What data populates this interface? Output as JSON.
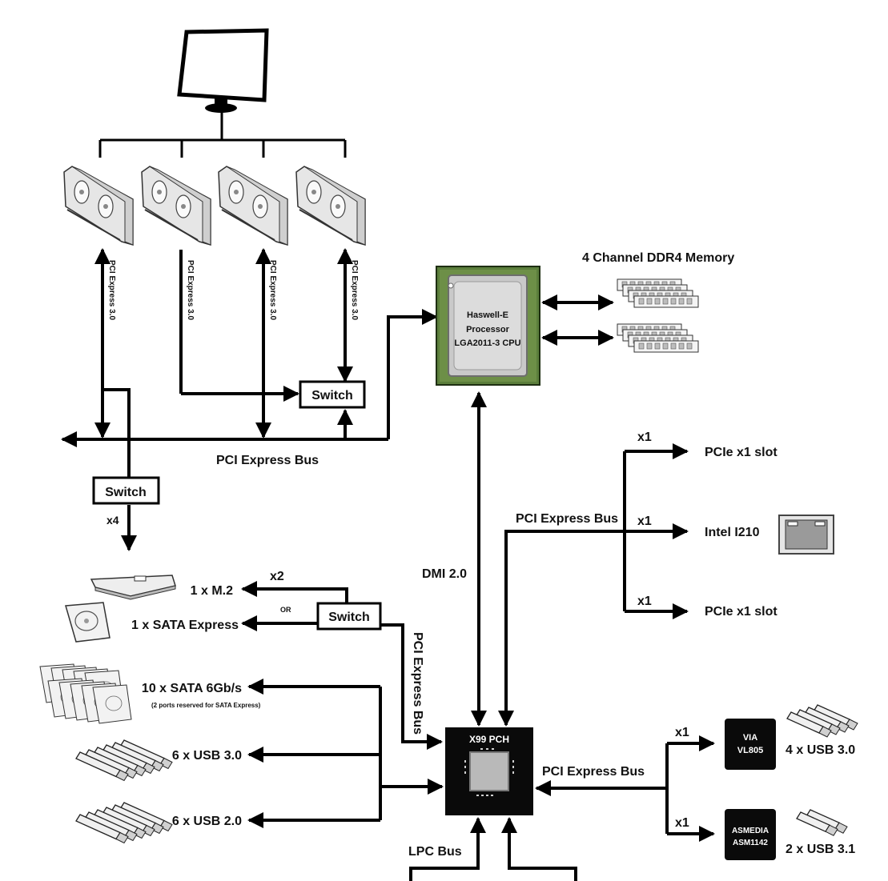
{
  "cpu": {
    "line1": "Haswell-E",
    "line2": "Processor",
    "line3": "LGA2011-3 CPU"
  },
  "memory": {
    "label": "4 Channel DDR4 Memory"
  },
  "pcie_slots": {
    "vertical_label": "PCI Express 3.0"
  },
  "switches": {
    "label": "Switch"
  },
  "cpu_bus": {
    "label": "PCI Express Bus",
    "width_label": "x4"
  },
  "dmi": {
    "label": "DMI 2.0"
  },
  "pch": {
    "label": "X99 PCH"
  },
  "pch_upper_bus": {
    "label": "PCI Express Bus"
  },
  "pch_right_bus": {
    "label": "PCI Express Bus"
  },
  "pch_left_bus": {
    "label": "PCI Express Bus"
  },
  "lpc": {
    "label": "LPC Bus"
  },
  "right_devices": [
    {
      "width": "x1",
      "label": "PCIe x1 slot"
    },
    {
      "width": "x1",
      "label": "Intel I210"
    },
    {
      "width": "x1",
      "label": "PCIe x1 slot"
    }
  ],
  "storage": {
    "m2_width": "x2",
    "m2": "1 x M.2",
    "or": "OR",
    "sata_express": "1 x SATA Express",
    "sata": "10 x SATA 6Gb/s",
    "sata_note": "(2  ports reserved for SATA Express)",
    "usb3": "6 x USB 3.0",
    "usb2": "6 x USB 2.0"
  },
  "controllers": [
    {
      "width": "x1",
      "name1": "VIA",
      "name2": "VL805",
      "ports": "4 x USB 3.0"
    },
    {
      "width": "x1",
      "name1": "ASMEDIA",
      "name2": "ASM1142",
      "ports": "2 x USB 3.1"
    }
  ]
}
